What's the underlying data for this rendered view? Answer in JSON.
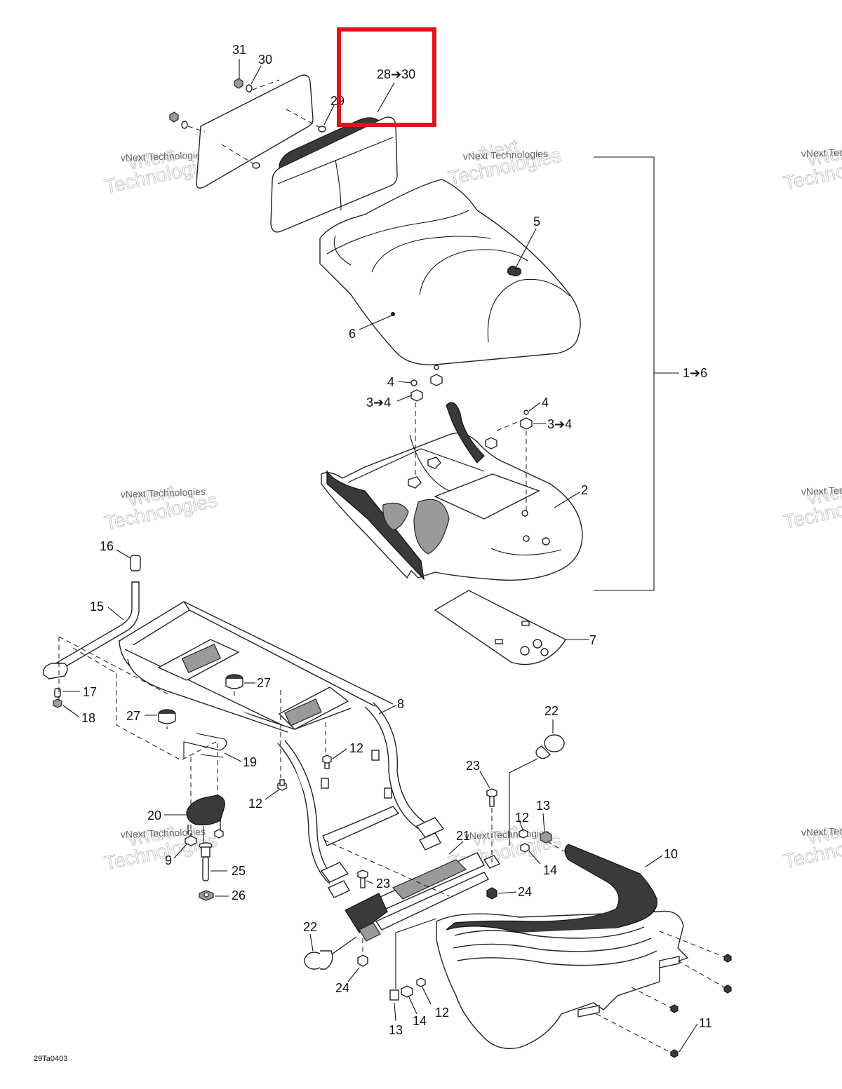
{
  "diagram": {
    "reference_code": "29Ta0403",
    "highlight_color": "#e0141c",
    "watermark": {
      "line1": "vNext",
      "line2": "Technologies",
      "small": "vNext Technologies"
    },
    "callouts": {
      "c31": "31",
      "c30": "30",
      "c29": "29",
      "c28_30": "28➔30",
      "c5": "5",
      "c6": "6",
      "c1_6": "1➔6",
      "c4a": "4",
      "c3_4a": "3➔4",
      "c4b": "4",
      "c3_4b": "3➔4",
      "c2": "2",
      "c16": "16",
      "c15": "15",
      "c7": "7",
      "c27a": "27",
      "c17": "17",
      "c18": "18",
      "c27b": "27",
      "c8": "8",
      "c12a": "12",
      "c19": "19",
      "c22a": "22",
      "c23a": "23",
      "c12b": "12",
      "c13a": "13",
      "c20": "20",
      "c12c": "12",
      "c21": "21",
      "c9": "9",
      "c14a": "14",
      "c10": "10",
      "c25": "25",
      "c23b": "23",
      "c24a": "24",
      "c26": "26",
      "c22b": "22",
      "c24b": "24",
      "c12d": "12",
      "c14b": "14",
      "c13b": "13",
      "c11": "11"
    }
  }
}
